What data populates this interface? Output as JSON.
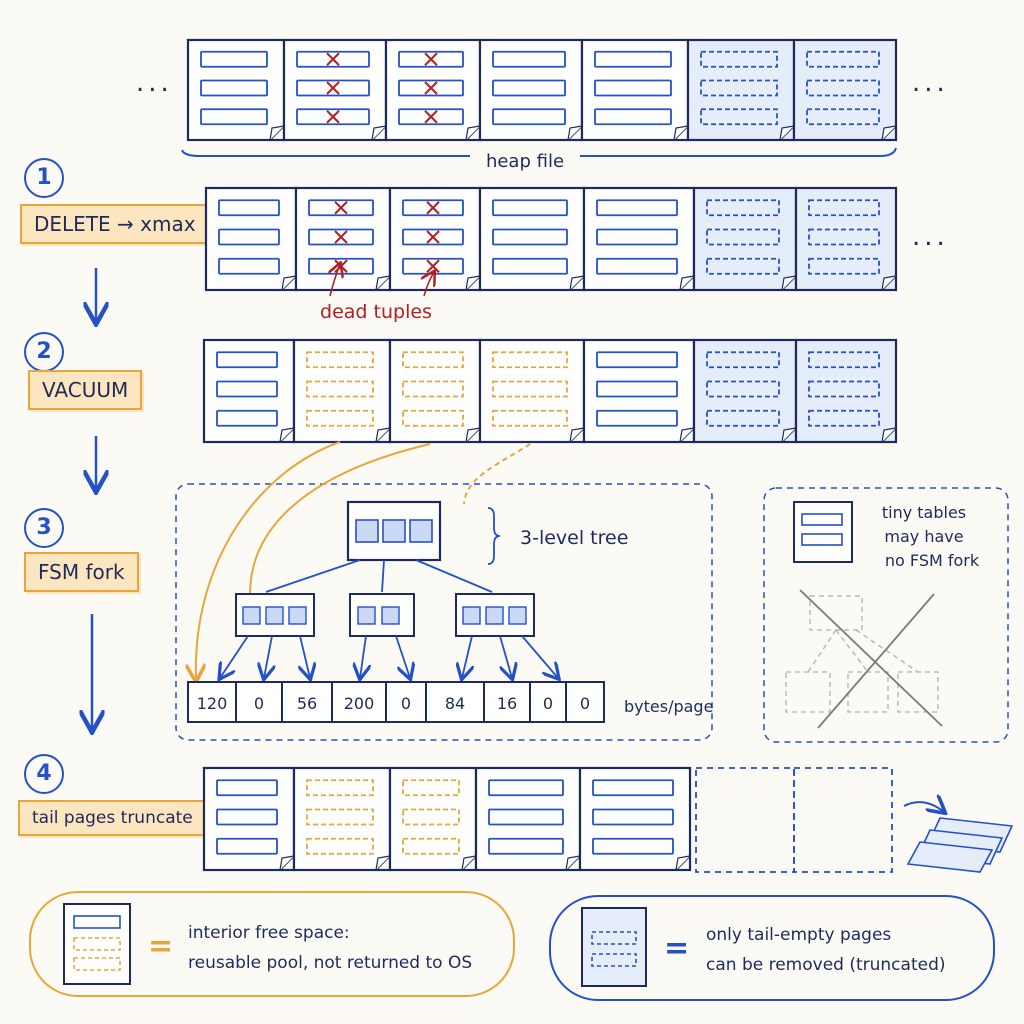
{
  "heap": {
    "label": "heap file",
    "ellipsis": "..."
  },
  "steps": [
    {
      "num": "1",
      "label": "DELETE → xmax"
    },
    {
      "num": "2",
      "label": "VACUUM"
    },
    {
      "num": "3",
      "label": "FSM fork"
    },
    {
      "num": "4",
      "label": "tail pages truncate"
    }
  ],
  "annotations": {
    "dead_tuples": "dead tuples",
    "tree_label": "3-level tree",
    "bytes_label": "bytes/page",
    "tiny_tables": [
      "tiny tables",
      "may have",
      "no FSM fork"
    ]
  },
  "fsm_values": [
    "120",
    "0",
    "56",
    "200",
    "0",
    "84",
    "16",
    "0",
    "0"
  ],
  "legend": {
    "equals": "=",
    "interior": [
      "interior free space:",
      "reusable pool, not returned to OS"
    ],
    "tail": [
      "only tail-empty pages",
      "can be removed (truncated)"
    ]
  },
  "colors": {
    "ink": "#1f2a5c",
    "blue": "#2450c8",
    "orange": "#e8a63a",
    "red": "#b32020",
    "light_blue_fill": "#e6edfa",
    "label_fill": "#fbe6bf"
  }
}
